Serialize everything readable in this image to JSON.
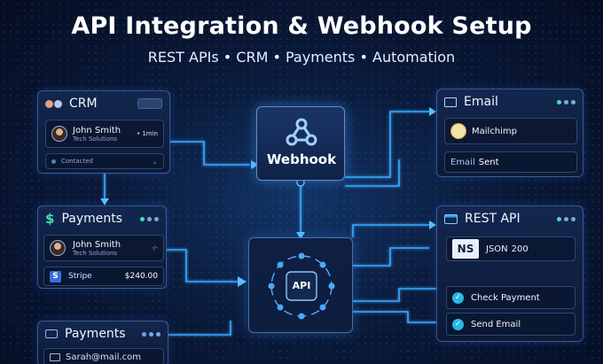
{
  "header": {
    "title": "API Integration & Webhook Setup",
    "subtitle": "REST APIs • CRM • Payments • Automation"
  },
  "crm": {
    "label": "CRM",
    "contact_name": "John Smith",
    "contact_company": "Tech Solutions",
    "contact_time": "• 1min",
    "status": "Contacted"
  },
  "payments_top": {
    "label": "Payments",
    "contact_name": "John Smith",
    "contact_company": "Tech Solutions",
    "provider": "Stripe",
    "amount": "$240.00"
  },
  "payments_bottom": {
    "label": "Payments",
    "email": "Sarah@mail.com"
  },
  "webhook": {
    "label": "Webhook"
  },
  "api_hub": {
    "label": "API"
  },
  "email_panel": {
    "label": "Email",
    "service": "Mailchimp",
    "status_key": "Email",
    "status_value": "Sent"
  },
  "rest_api": {
    "label": "REST API",
    "badge": "NS",
    "format": "JSON",
    "code": "200",
    "actions": [
      "Check Payment",
      "Send Email"
    ]
  },
  "colors": {
    "accent": "#2aa8ff",
    "success": "#3fe0b0",
    "panel": "#12264f"
  }
}
